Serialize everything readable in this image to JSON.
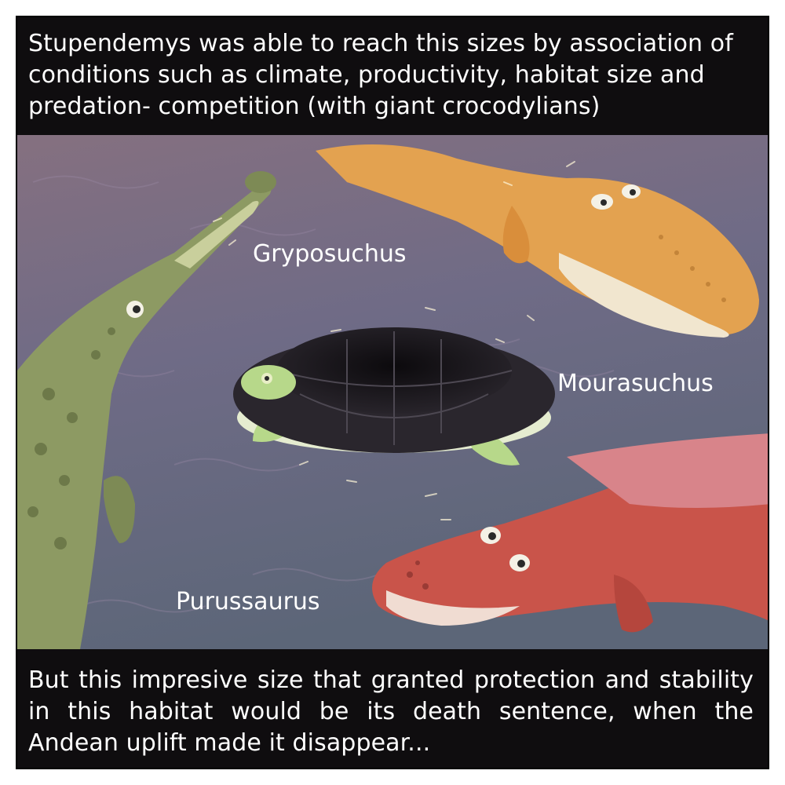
{
  "captions": {
    "top": "Stupendemys was able to reach this sizes by association of conditions such as climate, productivity, habitat size and predation- competition (with giant crocodylians)",
    "bottom": "But this impresive size that granted protection and stability in this habitat would be its death sentence, when the Andean uplift made it disappear..."
  },
  "labels": {
    "gryposuchus": "Gryposuchus",
    "mourasuchus": "Mourasuchus",
    "purussaurus": "Purussaurus"
  },
  "colors": {
    "frame": "#0f0d0f",
    "water_top": "#7e6a80",
    "water_mid": "#6f6a85",
    "water_bottom": "#62677a",
    "gryposuchus": "#8d9a63",
    "mourasuchus": "#e3a250",
    "purussaurus": "#c9544a",
    "turtle_shell": "#1a171c",
    "turtle_skin": "#b7d88a"
  }
}
